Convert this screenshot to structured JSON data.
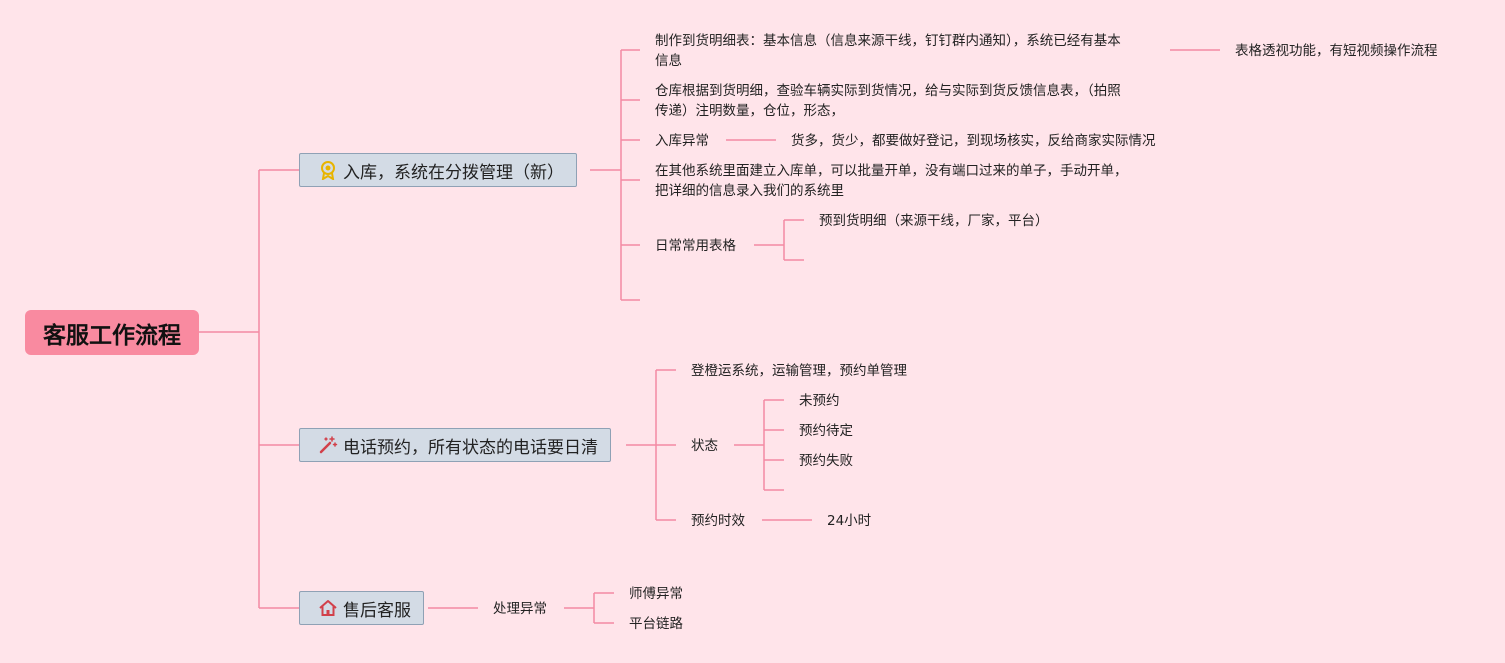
{
  "root": {
    "title": "客服工作流程"
  },
  "branches": [
    {
      "label": "入库，系统在分拨管理（新）",
      "icon": "award-icon",
      "children": {
        "c1": {
          "line1": "制作到货明细表：基本信息（信息来源干线，钉钉群内通知），系统已经有基本",
          "line2": "信息",
          "note": "表格透视功能，有短视频操作流程"
        },
        "c2": {
          "line1": "仓库根据到货明细，查验车辆实际到货情况，给与实际到货反馈信息表，（拍照",
          "line2": "传递）注明数量，仓位，形态，"
        },
        "c3": {
          "label": "入库异常",
          "note": "货多，货少，都要做好登记，到现场核实，反给商家实际情况"
        },
        "c4": {
          "line1": "在其他系统里面建立入库单，可以批量开单，没有端口过来的单子，手动开单，",
          "line2": "把详细的信息录入我们的系统里"
        },
        "c5": {
          "label": "日常常用表格",
          "sub1": "预到货明细（来源干线，厂家，平台）"
        }
      }
    },
    {
      "label": "电话预约，所有状态的电话要日清",
      "icon": "magic-wand-icon",
      "children": {
        "c1": {
          "label": "登橙运系统，运输管理，预约单管理"
        },
        "c2": {
          "label": "状态",
          "subs": [
            "未预约",
            "预约待定",
            "预约失败"
          ]
        },
        "c3": {
          "label": "预约时效",
          "note": "24小时"
        }
      }
    },
    {
      "label": "售后客服",
      "icon": "home-icon",
      "children": {
        "c1": {
          "label": "处理异常",
          "subs": [
            "师傅异常",
            "平台链路"
          ]
        }
      }
    }
  ],
  "colors": {
    "background": "#ffe4ea",
    "line": "#f48aa3",
    "root": "#f98aa0",
    "branch_fill": "#d3dbe5",
    "branch_border": "#8fa1b5"
  }
}
